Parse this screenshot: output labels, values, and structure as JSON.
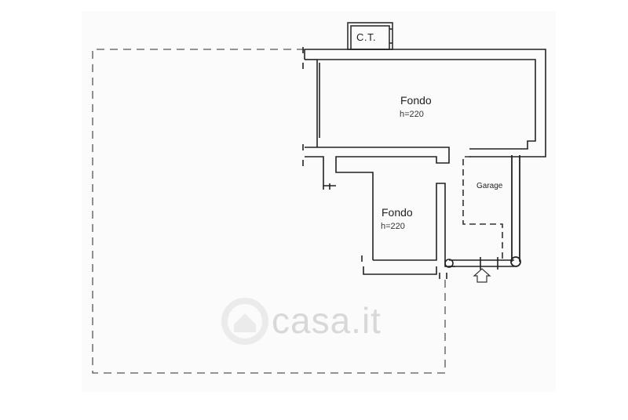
{
  "plan": {
    "rooms": [
      {
        "name": "Fondo",
        "height": "h=220"
      },
      {
        "name": "Fondo",
        "height": "h=220"
      },
      {
        "name": "Garage"
      }
    ],
    "boiler_room": "C.T.",
    "watermark": "casa.it",
    "colors": {
      "wall": "#222222",
      "dashed": "#555555",
      "watermark": "#d8d8d8"
    }
  }
}
